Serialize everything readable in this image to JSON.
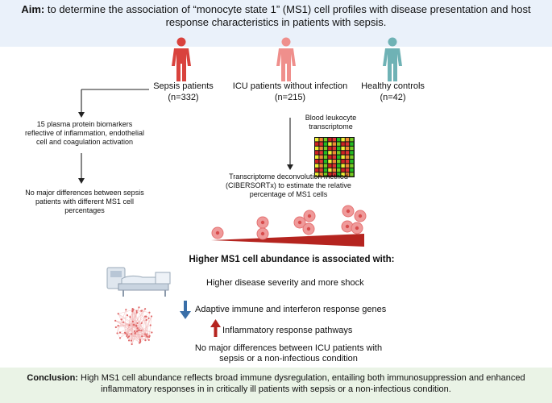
{
  "aim": {
    "label": "Aim:",
    "text": " to determine the association of “monocyte state 1” (MS1) cell profiles with disease presentation and host response characteristics in patients with sepsis."
  },
  "groups": [
    {
      "name": "Sepsis patients",
      "n": "(n=332)",
      "color": "#d9423d"
    },
    {
      "name": "ICU patients without infection",
      "n": "(n=215)",
      "color": "#ef8f8c"
    },
    {
      "name": "Healthy controls",
      "n": "(n=42)",
      "color": "#6fb2b5"
    }
  ],
  "left_branch": {
    "biomarkers": "15 plasma protein biomarkers reflective of inflammation, endothelial cell and coagulation activation",
    "result": "No major differences between sepsis patients with different MS1 cell percentages"
  },
  "right_branch": {
    "transcriptome": "Blood leukocyte transcriptome",
    "deconvolution": "Transcriptome deconvolution method (CIBERSORTx) to estimate the relative percentage of MS1 cells"
  },
  "findings": {
    "heading": "Higher MS1 cell abundance is associated with:",
    "severity": "Higher disease severity and more shock",
    "down": "Adaptive immune and interferon response genes",
    "up": "Inflammatory response pathways",
    "icu": "No major differences between ICU patients with sepsis or a non-infectious condition"
  },
  "conclusion": {
    "label": "Conclusion:",
    "text": " High MS1 cell abundance reflects broad immune dysregulation, entailing both immunosuppression and enhanced inflammatory responses in in critically ill patients with sepsis or a non-infectious condition."
  },
  "colors": {
    "aim_bg": "#eaf1fa",
    "conclusion_bg": "#eaf3e6",
    "triangle": "#b5241f",
    "cell": "#e57373",
    "arrow_down": "#3a6fa8",
    "arrow_up": "#b5241f"
  },
  "icons": [
    "person-icon",
    "heatmap-icon",
    "cell-icon",
    "hospital-bed-icon",
    "gene-network-icon"
  ]
}
